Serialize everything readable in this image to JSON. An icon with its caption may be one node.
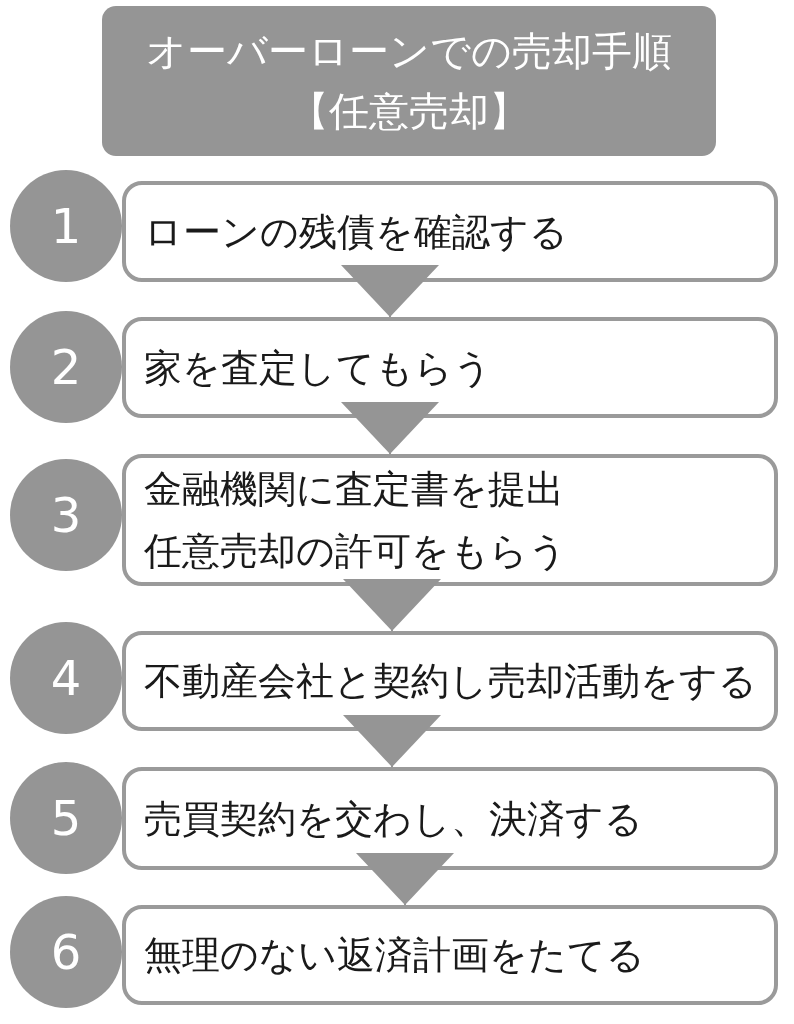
{
  "diagram": {
    "title": "オーバーローンでの売却手順【任意売却】",
    "nodes": [
      {
        "text": [
          "1"
        ]
      },
      {
        "text": [
          "ローンの残債を確認する"
        ]
      },
      {
        "text": [
          "2"
        ]
      },
      {
        "text": [
          "家を査定してもらう"
        ]
      },
      {
        "text": [
          "3"
        ]
      },
      {
        "text": [
          "金融機関に査定書を提出任意売却の許可をもらう"
        ]
      },
      {
        "text": [
          "4"
        ]
      },
      {
        "text": [
          "不動産会社と契約し売却活動をする"
        ]
      },
      {
        "text": [
          "5"
        ]
      },
      {
        "text": [
          "売買契約を交わし、決済する"
        ]
      },
      {
        "text": [
          "6"
        ]
      },
      {
        "text": [
          "無理のない返済計画をたてる"
        ]
      }
    ],
    "edges": [
      {
        "from": 1,
        "to": 3,
        "arrow": "to"
      },
      {
        "from": 3,
        "to": 5,
        "arrow": "to"
      },
      {
        "from": 5,
        "to": 7,
        "arrow": "to"
      },
      {
        "from": 7,
        "to": 9,
        "arrow": "to"
      },
      {
        "from": 9,
        "to": 11,
        "arrow": "to"
      }
    ]
  }
}
